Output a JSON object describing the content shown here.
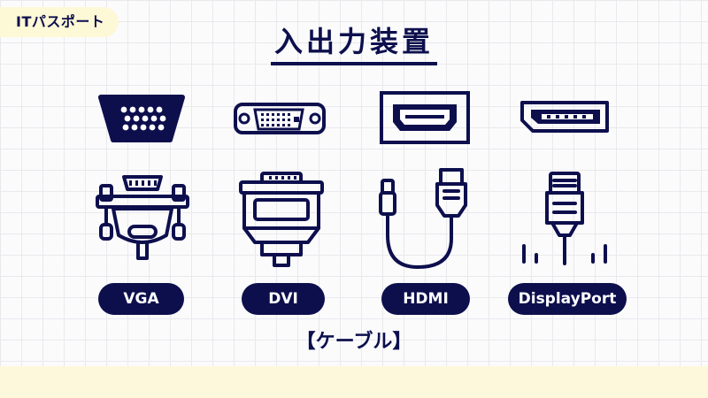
{
  "brand": {
    "label": "ITパスポート"
  },
  "title": "入出力装置",
  "connectors": [
    {
      "name": "VGA"
    },
    {
      "name": "DVI"
    },
    {
      "name": "HDMI"
    },
    {
      "name": "DisplayPort"
    }
  ],
  "caption": "【ケーブル】",
  "colors": {
    "navy": "#0d0f4d",
    "badge": "#fdf8d6",
    "band": "#fdf8dc",
    "grid": "#e9e9ee"
  },
  "icons": [
    "vga-port-icon",
    "dvi-port-icon",
    "hdmi-port-icon",
    "displayport-port-icon",
    "vga-cable-icon",
    "dvi-cable-icon",
    "hdmi-cable-icon",
    "displayport-cable-icon"
  ]
}
